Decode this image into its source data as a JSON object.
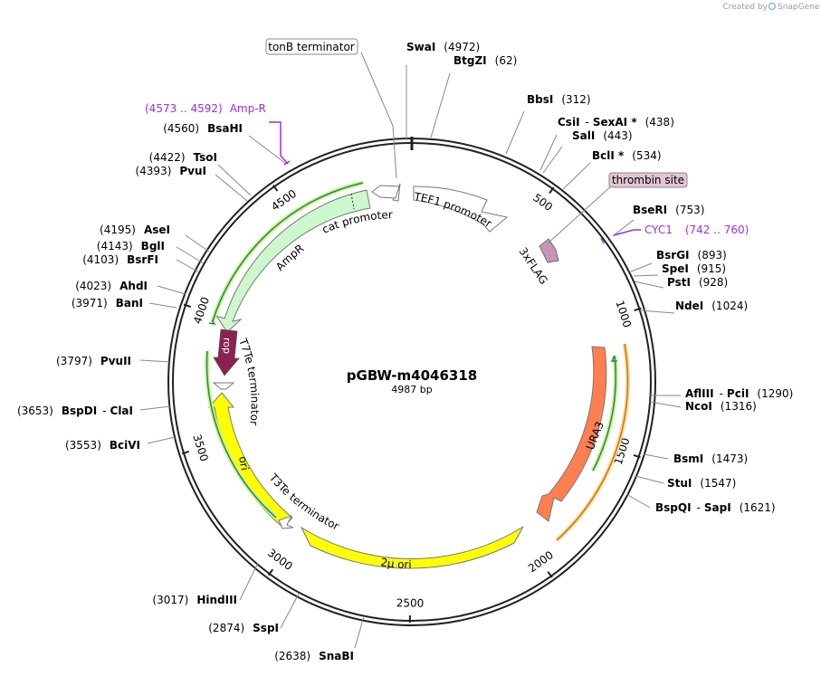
{
  "credit": {
    "created_by": "Created by",
    "brand": "SnapGene"
  },
  "plasmid": {
    "name": "pGBW-m4046318",
    "size_label": "4987 bp",
    "length": 4987
  },
  "colors": {
    "backbone": "#222222",
    "site_line": "#888888",
    "primer_purple": "#9b30d9",
    "ampR_fill": "#cdf7cd",
    "rop_fill": "#8b2252",
    "ori_fill": "#ffff00",
    "ura3_fill": "#ff7f50",
    "tag_fill": "#c896b4",
    "promoter_fill": "#ffffff",
    "orf_green": "#2e8b2e",
    "orf_orange": "#c87800"
  },
  "ticks": [
    {
      "pos": 500,
      "label": "500"
    },
    {
      "pos": 1000,
      "label": "1000"
    },
    {
      "pos": 1500,
      "label": "1500"
    },
    {
      "pos": 2000,
      "label": "2000"
    },
    {
      "pos": 2500,
      "label": "2500"
    },
    {
      "pos": 3000,
      "label": "3000"
    },
    {
      "pos": 3500,
      "label": "3500"
    },
    {
      "pos": 4000,
      "label": "4000"
    },
    {
      "pos": 4500,
      "label": "4500"
    }
  ],
  "sites_right": [
    {
      "name": "SwaI",
      "pos": "(4972)"
    },
    {
      "name": "BtgZI",
      "pos": "(62)"
    },
    {
      "name": "BbsI",
      "pos": "(312)"
    },
    {
      "name": "CsiI",
      "extra": "SexAI *",
      "pos": "(438)"
    },
    {
      "name": "SalI",
      "pos": "(443)"
    },
    {
      "name": "BclI *",
      "pos": "(534)"
    },
    {
      "name": "BseRI",
      "pos": "(753)"
    },
    {
      "name": "BsrGI",
      "pos": "(893)"
    },
    {
      "name": "SpeI",
      "pos": "(915)"
    },
    {
      "name": "PstI",
      "pos": "(928)"
    },
    {
      "name": "NdeI",
      "pos": "(1024)"
    },
    {
      "name": "AflIII",
      "extra": "PciI",
      "pos": "(1290)"
    },
    {
      "name": "NcoI",
      "pos": "(1316)"
    },
    {
      "name": "BsmI",
      "pos": "(1473)"
    },
    {
      "name": "StuI",
      "pos": "(1547)"
    },
    {
      "name": "BspQI",
      "extra": "SapI",
      "pos": "(1621)"
    }
  ],
  "sites_left": [
    {
      "name": "BsaHI",
      "pos": "(4560)"
    },
    {
      "name": "TsoI",
      "pos": "(4422)"
    },
    {
      "name": "PvuI",
      "pos": "(4393)"
    },
    {
      "name": "AseI",
      "pos": "(4195)"
    },
    {
      "name": "BglI",
      "pos": "(4143)"
    },
    {
      "name": "BsrFI",
      "pos": "(4103)"
    },
    {
      "name": "AhdI",
      "pos": "(4023)"
    },
    {
      "name": "BanI",
      "pos": "(3971)"
    },
    {
      "name": "PvuII",
      "pos": "(3797)"
    },
    {
      "name": "BspDI",
      "extra": "ClaI",
      "pos": "(3653)"
    },
    {
      "name": "BciVI",
      "pos": "(3553)"
    },
    {
      "name": "HindIII",
      "pos": "(3017)"
    },
    {
      "name": "SspI",
      "pos": "(2874)"
    },
    {
      "name": "SnaBI",
      "pos": "(2638)"
    }
  ],
  "primers": [
    {
      "name": "Amp-R",
      "range": "(4573 .. 4592)"
    },
    {
      "name": "CYC1",
      "range": "(742 .. 760)"
    }
  ],
  "boxed_features": [
    {
      "name": "tonB terminator"
    },
    {
      "name": "thrombin site"
    }
  ],
  "features": [
    {
      "name": "TEF1 promoter"
    },
    {
      "name": "3xFLAG"
    },
    {
      "name": "URA3"
    },
    {
      "name": "2μ ori"
    },
    {
      "name": "T3Te terminator"
    },
    {
      "name": "ori"
    },
    {
      "name": "T7Te terminator"
    },
    {
      "name": "rop"
    },
    {
      "name": "AmpR"
    },
    {
      "name": "cat promoter"
    }
  ]
}
